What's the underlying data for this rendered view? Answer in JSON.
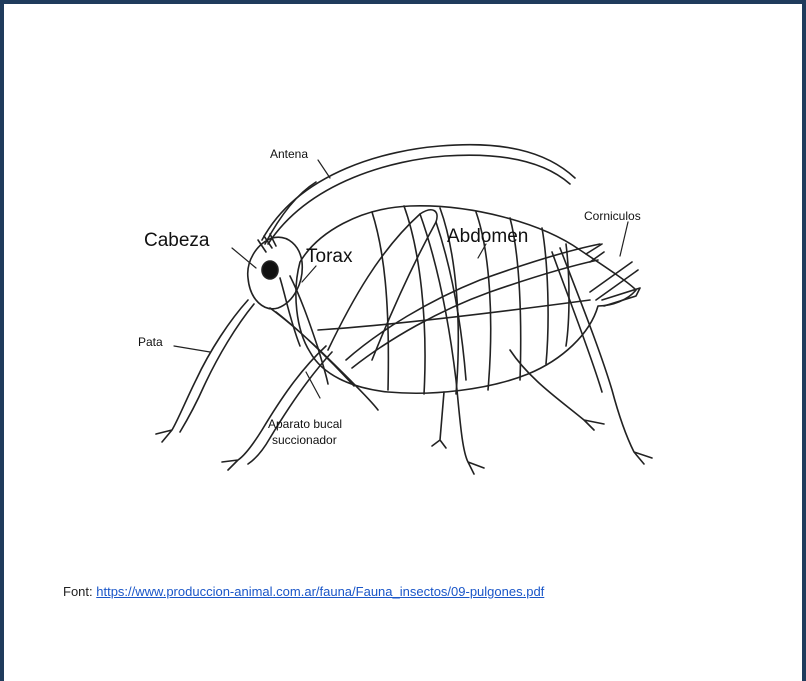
{
  "labels": {
    "antena": "Antena",
    "corniculos": "Corniculos",
    "cabeza": "Cabeza",
    "torax": "Torax",
    "abdomen": "Abdomen",
    "pata": "Pata",
    "aparato_line1": "Aparato bucal",
    "aparato_line2": "succionador"
  },
  "caption": {
    "prefix": "Font: ",
    "link_text": "https://www.produccion-animal.com.ar/fauna/Fauna_insectos/09-pulgones.pdf"
  },
  "colors": {
    "frame": "#1f3b5c",
    "link": "#1a56c8"
  }
}
